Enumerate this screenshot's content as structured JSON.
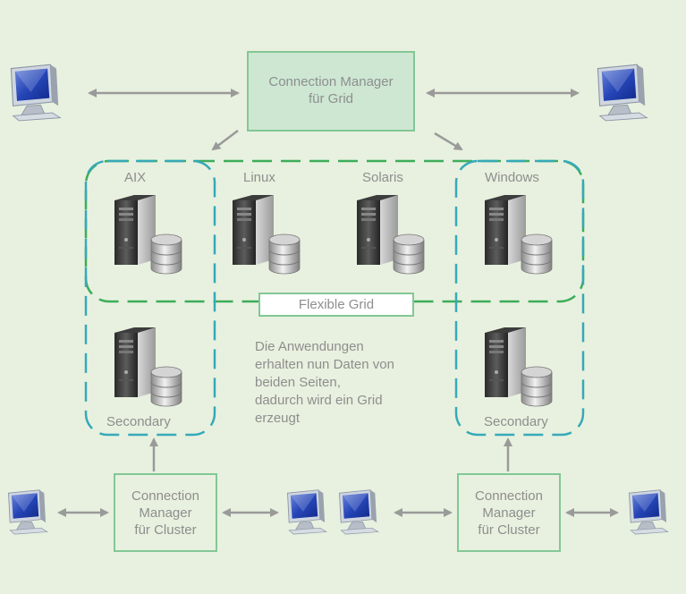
{
  "colors": {
    "background": "#e8f1df",
    "cluster_border": "#36a9b9",
    "grid_border": "#3dad5a",
    "manager_fill": "#cde7d2",
    "manager_border": "#83c796",
    "arrow": "#9a9a9a",
    "text": "#8e8e8e"
  },
  "connection_manager_grid": {
    "line1": "Connection Manager",
    "line2": "für Grid"
  },
  "platforms": {
    "aix": "AIX",
    "linux": "Linux",
    "solaris": "Solaris",
    "windows": "Windows"
  },
  "flexible_grid_label": "Flexible Grid",
  "secondary_left": "Secondary",
  "secondary_right": "Secondary",
  "description": {
    "line1": "Die Anwendungen",
    "line2": "erhalten nun Daten von",
    "line3": "beiden Seiten,",
    "line4": "dadurch wird ein Grid",
    "line5": "erzeugt"
  },
  "cluster_manager_left": {
    "line1": "Connection",
    "line2": "Manager",
    "line3": "für Cluster"
  },
  "cluster_manager_right": {
    "line1": "Connection",
    "line2": "Manager",
    "line3": "für Cluster"
  },
  "icons": {
    "client": "monitor-icon",
    "server": "server-database-icon"
  }
}
